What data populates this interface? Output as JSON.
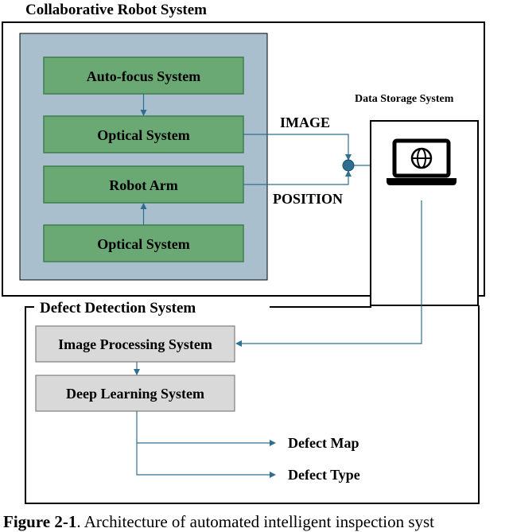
{
  "robot_system": {
    "title": "Collaborative Robot System",
    "blocks": [
      "Auto-focus System",
      "Optical System",
      "Robot Arm",
      "Optical System"
    ],
    "label_image": "IMAGE",
    "label_position": "POSITION"
  },
  "storage": {
    "title": "Data Storage System",
    "icon": "laptop-globe-icon"
  },
  "defect_system": {
    "title": "Defect Detection System",
    "blocks": [
      "Image Processing System",
      "Deep Learning System"
    ],
    "outputs": [
      "Defect Map",
      "Defect Type"
    ]
  },
  "caption": {
    "label": "Figure 2-1",
    "text": ". Architecture of automated intelligent inspection syst"
  },
  "colors": {
    "green_fill": "#6aa874",
    "green_border": "#3f7f4c",
    "panel_fill": "#a9bfcd",
    "gray_fill": "#d9d9d9",
    "arrow": "#2e6e8e"
  }
}
